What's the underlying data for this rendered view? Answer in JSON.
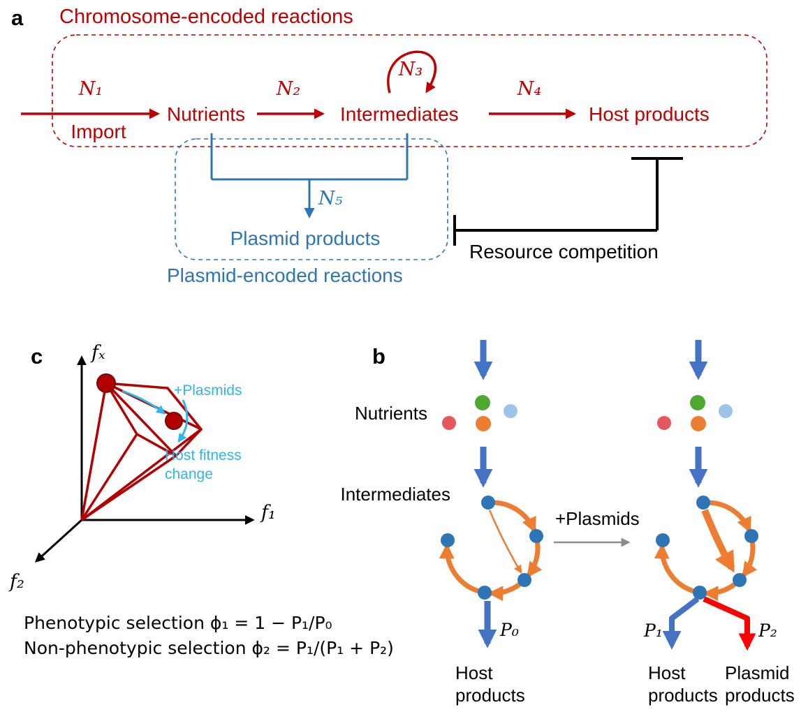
{
  "panel_a": {
    "label": "a",
    "title": "Chromosome-encoded reactions",
    "n1": "N₁",
    "import": "Import",
    "nutrients": "Nutrients",
    "n2": "N₂",
    "n3": "N₃",
    "intermediates": "Intermediates",
    "n4": "N₄",
    "host_products": "Host products",
    "n5": "N₅",
    "plasmid_products": "Plasmid products",
    "plasmid_box_label": "Plasmid-encoded reactions",
    "resource_competition": "Resource competition"
  },
  "panel_b": {
    "label": "b",
    "nutrients": "Nutrients",
    "intermediates": "Intermediates",
    "plus_plasmids": "+Plasmids",
    "p0": "P₀",
    "p1": "P₁",
    "p2": "P₂",
    "host_line1": "Host",
    "products_line": "products",
    "plasmid_line1": "Plasmid"
  },
  "panel_c": {
    "label": "c",
    "axis_fx": "fₓ",
    "axis_f1": "f₁",
    "axis_f2": "f₂",
    "plus_plasmids": "+Plasmids",
    "host_fitness_line1": "Host fitness",
    "host_fitness_line2": "change",
    "eq1": "Phenotypic selection ϕ₁ = 1 − P₁/P₀",
    "eq2": "Non-phenotypic selection ϕ₂ = P₁/(P₁ + P₂)"
  },
  "colors": {
    "chromosome_red": "#C00000",
    "plasmid_blue": "#2E75B6",
    "flow_blue": "#4472C4",
    "cycle_orange": "#ED7D31",
    "node_blue": "#2E75B6",
    "cyan": "#2EB6EA",
    "bright_red": "#FF0000",
    "polytope_red": "#B30000",
    "dot_green": "#4EA72E",
    "dot_red": "#E4575C",
    "dot_lightblue": "#9DC3E6",
    "black": "#000000"
  }
}
